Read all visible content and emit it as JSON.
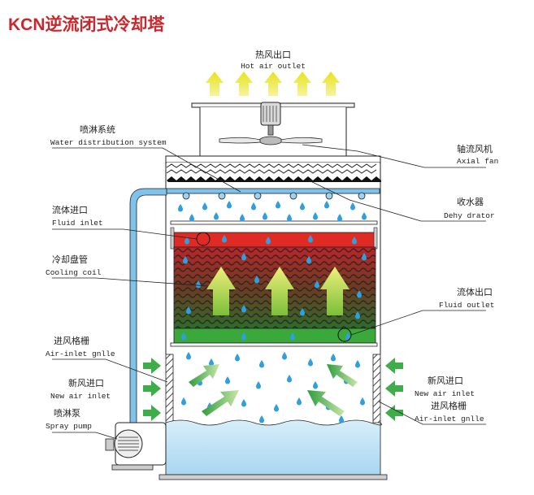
{
  "title": "KCN逆流闭式冷却塔",
  "labels": {
    "hot_air_outlet": {
      "cn": "热风出口",
      "en": "Hot air outlet"
    },
    "water_distribution": {
      "cn": "喷淋系统",
      "en": "Water distribution system"
    },
    "axial_fan": {
      "cn": "轴流风机",
      "en": "Axial fan"
    },
    "dehydrator": {
      "cn": "收水器",
      "en": "Dehy drator"
    },
    "fluid_inlet": {
      "cn": "流体进口",
      "en": "Fluid inlet"
    },
    "cooling_coil": {
      "cn": "冷却盘管",
      "en": "Cooling coil"
    },
    "fluid_outlet": {
      "cn": "流体出口",
      "en": "Fluid outlet"
    },
    "air_inlet_grille_left": {
      "cn": "进风格栅",
      "en": "Air-inlet gnlle"
    },
    "new_air_inlet_left": {
      "cn": "新风进口",
      "en": "New air inlet"
    },
    "spray_pump": {
      "cn": "喷淋泵",
      "en": "Spray pump"
    },
    "new_air_inlet_right": {
      "cn": "新风进口",
      "en": "New air inlet"
    },
    "air_inlet_grille_right": {
      "cn": "进风格栅",
      "en": "Air-inlet gnlle"
    }
  },
  "colors": {
    "title": "#c8282d",
    "hot_header": "#e02b24",
    "cold_header": "#3aa83a",
    "water": "#bfe0f4",
    "droplet": "#2f9fe0",
    "air_arrow_yellow": "#f2ee3a",
    "air_arrow_green": "#3fae4a",
    "pipe": "#7fc2ea"
  }
}
